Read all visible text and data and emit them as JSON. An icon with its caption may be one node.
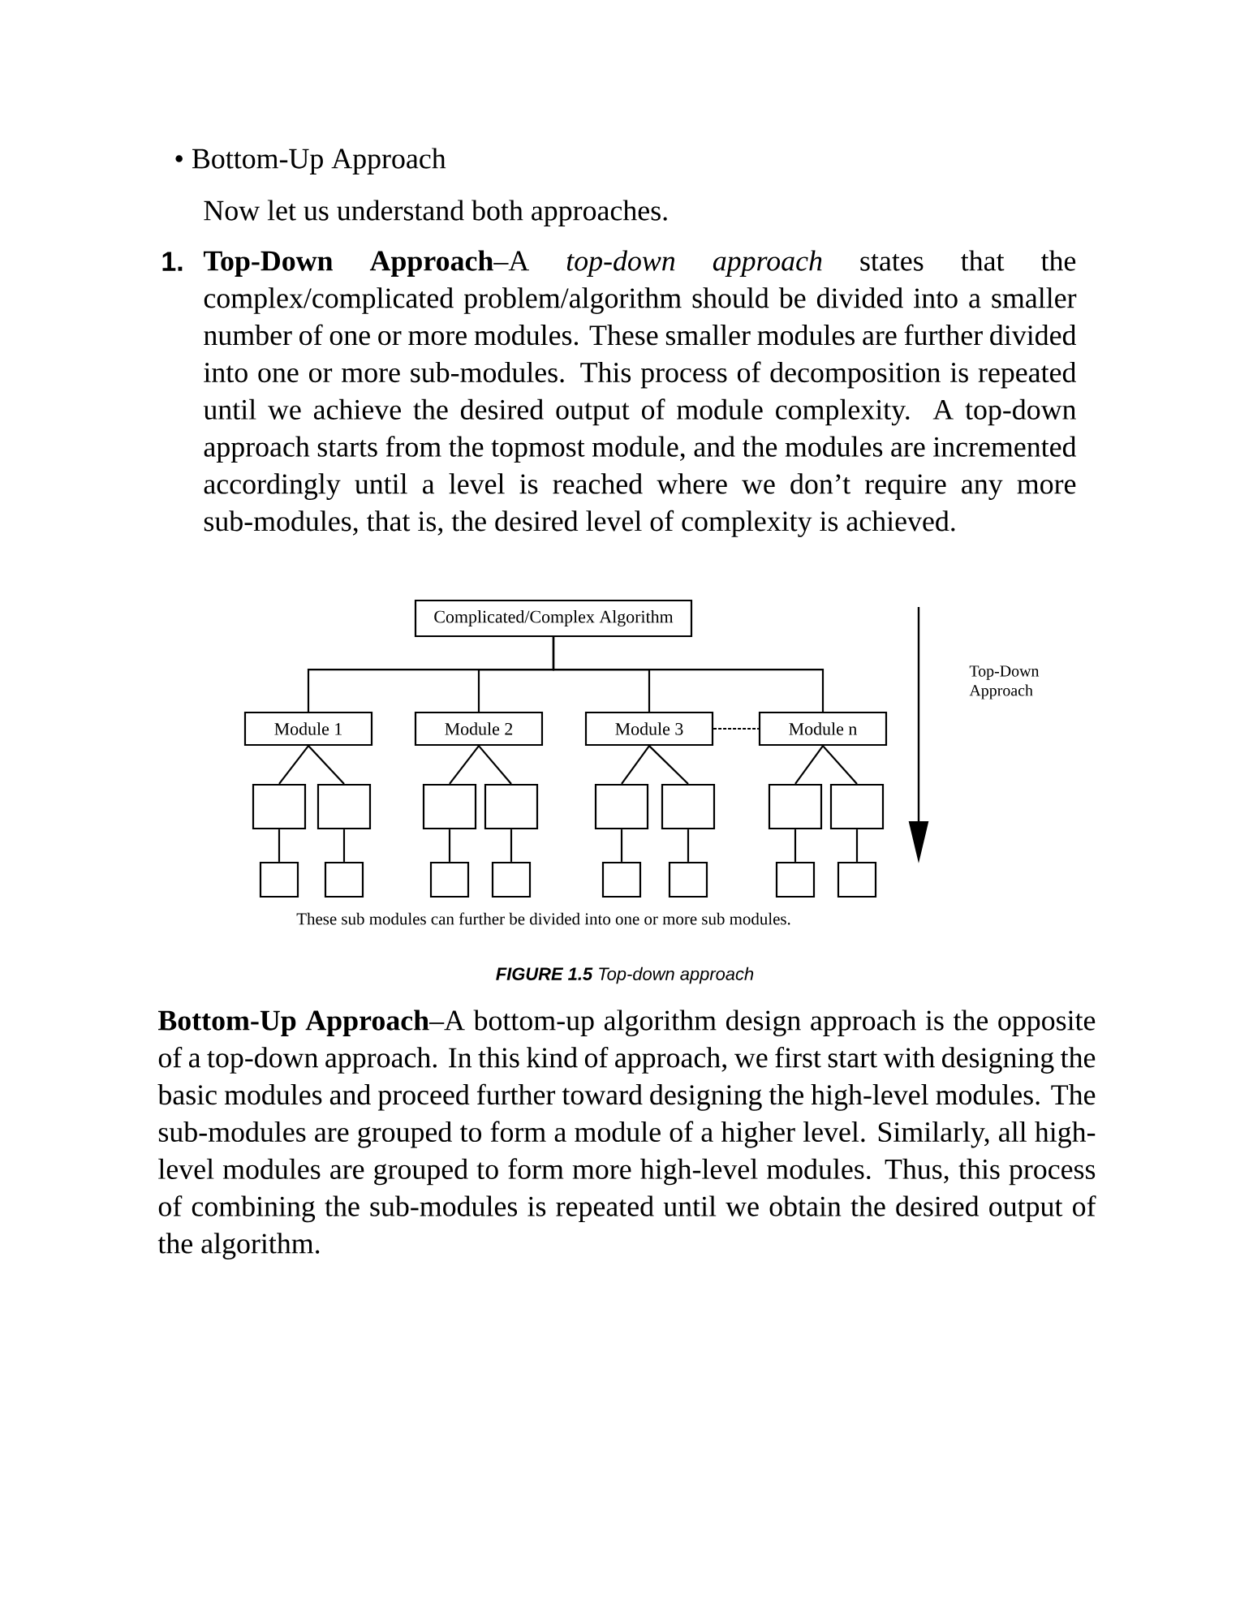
{
  "diagram": {
    "caption": "**FIGURE 1.5** Top-down approach",
    "nodes": [
      {
        "text": [
          "Complicated/Complex Algorithm"
        ]
      },
      {
        "text": [
          "Module 1"
        ]
      },
      {
        "text": [
          "Module 2"
        ]
      },
      {
        "text": [
          "Module 3"
        ]
      },
      {
        "text": [
          "Module n"
        ]
      },
      {
        "text": [],
        "shape": "box"
      },
      {
        "text": [],
        "shape": "box"
      },
      {
        "text": [],
        "shape": "box"
      },
      {
        "text": [],
        "shape": "box"
      },
      {
        "text": [],
        "shape": "box"
      },
      {
        "text": [],
        "shape": "box"
      },
      {
        "text": [],
        "shape": "box"
      },
      {
        "text": [],
        "shape": "box"
      },
      {
        "text": [],
        "shape": "box"
      },
      {
        "text": [],
        "shape": "box"
      },
      {
        "text": [],
        "shape": "box"
      },
      {
        "text": [],
        "shape": "box"
      },
      {
        "text": [],
        "shape": "box"
      },
      {
        "text": [],
        "shape": "box"
      },
      {
        "text": [],
        "shape": "box"
      },
      {
        "text": [],
        "shape": "box"
      }
    ],
    "edges": [
      {
        "from": 0,
        "to": 1,
        "arrow": "none"
      },
      {
        "from": 0,
        "to": 2,
        "arrow": "none"
      },
      {
        "from": 0,
        "to": 3,
        "arrow": "none"
      },
      {
        "from": 0,
        "to": 4,
        "arrow": "none"
      },
      {
        "from": 3,
        "to": 4,
        "arrow": "none",
        "style": "dashed"
      },
      {
        "from": 1,
        "to": 5,
        "arrow": "none"
      },
      {
        "from": 1,
        "to": 6,
        "arrow": "none"
      },
      {
        "from": 2,
        "to": 7,
        "arrow": "none"
      },
      {
        "from": 2,
        "to": 8,
        "arrow": "none"
      },
      {
        "from": 3,
        "to": 9,
        "arrow": "none"
      },
      {
        "from": 3,
        "to": 10,
        "arrow": "none"
      },
      {
        "from": 4,
        "to": 11,
        "arrow": "none"
      },
      {
        "from": 4,
        "to": 12,
        "arrow": "none"
      },
      {
        "from": 5,
        "to": 13,
        "arrow": "none"
      },
      {
        "from": 6,
        "to": 14,
        "arrow": "none"
      },
      {
        "from": 7,
        "to": 15,
        "arrow": "none"
      },
      {
        "from": 8,
        "to": 16,
        "arrow": "none"
      },
      {
        "from": 9,
        "to": 17,
        "arrow": "none"
      },
      {
        "from": 10,
        "to": 18,
        "arrow": "none"
      },
      {
        "from": 11,
        "to": 19,
        "arrow": "none"
      },
      {
        "from": 12,
        "to": 20,
        "arrow": "none"
      }
    ],
    "labels": [
      "• Bottom-Up Approach",
      "Now let us understand both approaches.",
      "1.",
      "**Top-Down Approach**–A *top-down approach* states that the complex/complicated problem/algorithm should be divided into a smaller number of one or more modules. These smaller modules are further divided into one or more sub-modules. This process of decomposition is repeated until we achieve the desired output of module complexity. A top-down approach starts from the topmost module, and the modules are incremented accordingly until a level is reached where we don’t require any more sub-modules, that is, the desired level of complexity is achieved.",
      "Top-Down Approach",
      "These sub modules can further be divided into one or more sub modules.",
      "**Bottom-Up Approach**–A bottom-up algorithm design approach is the opposite of a top-down approach. In this kind of approach, we first start with designing the basic modules and proceed further toward designing the high-level modules. The sub-modules are grouped to form a module of a higher level. Similarly, all high-level modules are grouped to form more high-level modules. Thus, this process of combining the sub-modules is repeated until we obtain the desired output of the algorithm."
    ]
  }
}
